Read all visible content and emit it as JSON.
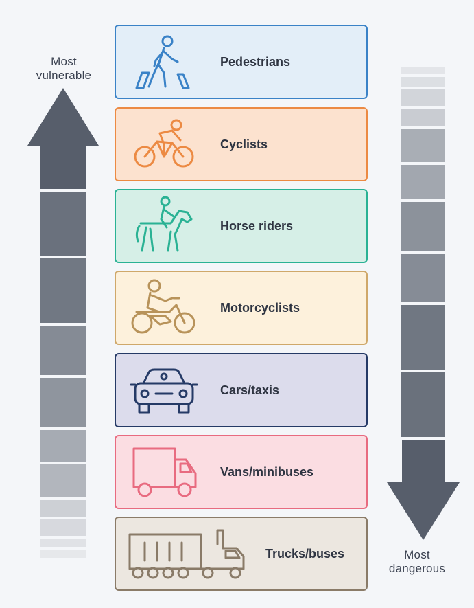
{
  "axis": {
    "top_label": [
      "Most",
      "vulnerable"
    ],
    "bottom_label": [
      "Most",
      "dangerous"
    ]
  },
  "road_users": [
    {
      "label": "Pedestrians",
      "icon": "pedestrian-icon",
      "color": "#3a82c7",
      "fill": "#e3eef8"
    },
    {
      "label": "Cyclists",
      "icon": "cyclist-icon",
      "color": "#ec8a43",
      "fill": "#fce2cf"
    },
    {
      "label": "Horse riders",
      "icon": "horse-rider-icon",
      "color": "#2ab294",
      "fill": "#d6efe7"
    },
    {
      "label": "Motorcyclists",
      "icon": "motorcyclist-icon",
      "color": "#b8935a",
      "fill": "#fdf1dc"
    },
    {
      "label": "Cars/taxis",
      "icon": "car-icon",
      "color": "#253a66",
      "fill": "#dcdcec"
    },
    {
      "label": "Vans/minibuses",
      "icon": "van-icon",
      "color": "#e86b80",
      "fill": "#fbdde2"
    },
    {
      "label": "Trucks/buses",
      "icon": "truck-icon",
      "color": "#8a7b68",
      "fill": "#ece7e0"
    }
  ],
  "colors": {
    "arrow_dark": "#575e6b"
  }
}
